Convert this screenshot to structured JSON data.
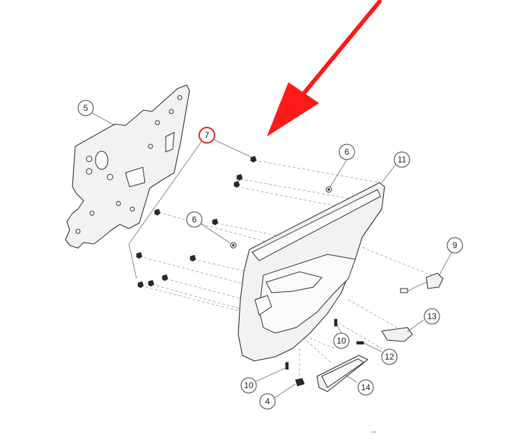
{
  "diagram": {
    "highlight_color": "#e0201c",
    "arrow_color": "#ff1a1a",
    "line_color": "#2b2b2b",
    "callouts": [
      {
        "id": "c5",
        "label": "5"
      },
      {
        "id": "c7",
        "label": "7",
        "highlighted": true
      },
      {
        "id": "c6a",
        "label": "6"
      },
      {
        "id": "c11",
        "label": "11"
      },
      {
        "id": "c6b",
        "label": "6"
      },
      {
        "id": "c9",
        "label": "9"
      },
      {
        "id": "c13",
        "label": "13"
      },
      {
        "id": "c10a",
        "label": "10"
      },
      {
        "id": "c12",
        "label": "12"
      },
      {
        "id": "c10b",
        "label": "10"
      },
      {
        "id": "c14",
        "label": "14"
      },
      {
        "id": "c4",
        "label": "4"
      }
    ]
  }
}
